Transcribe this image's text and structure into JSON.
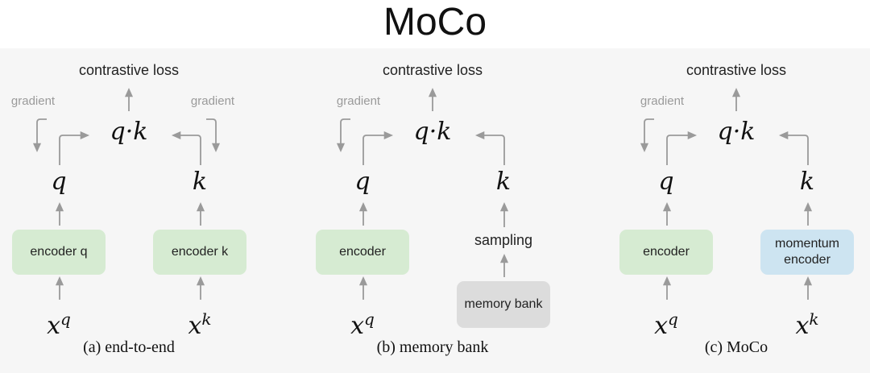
{
  "title": "MoCo",
  "panels": [
    {
      "caption": "(a) end-to-end",
      "loss_label": "contrastive loss",
      "similarity": "q·k",
      "query_var": "q",
      "key_var": "k",
      "query_encoder": "encoder q",
      "key_encoder": "encoder k",
      "query_input": "x",
      "query_input_sup": "q",
      "key_input": "x",
      "key_input_sup": "k",
      "gradient_left": "gradient",
      "gradient_right": "gradient"
    },
    {
      "caption": "(b) memory bank",
      "loss_label": "contrastive loss",
      "similarity": "q·k",
      "query_var": "q",
      "key_var": "k",
      "query_encoder": "encoder",
      "sampling_label": "sampling",
      "memory_bank": "memory bank",
      "query_input": "x",
      "query_input_sup": "q",
      "gradient_left": "gradient"
    },
    {
      "caption": "(c) MoCo",
      "loss_label": "contrastive loss",
      "similarity": "q·k",
      "query_var": "q",
      "key_var": "k",
      "query_encoder": "encoder",
      "key_encoder": "momentum encoder",
      "query_input": "x",
      "query_input_sup": "q",
      "key_input": "x",
      "key_input_sup": "k",
      "gradient_left": "gradient"
    }
  ],
  "colors": {
    "encoder_green": "#d6ebd2",
    "momentum_blue": "#cde4f1",
    "memory_gray": "#dcdcdc",
    "arrow_gray": "#9a9a9a"
  }
}
